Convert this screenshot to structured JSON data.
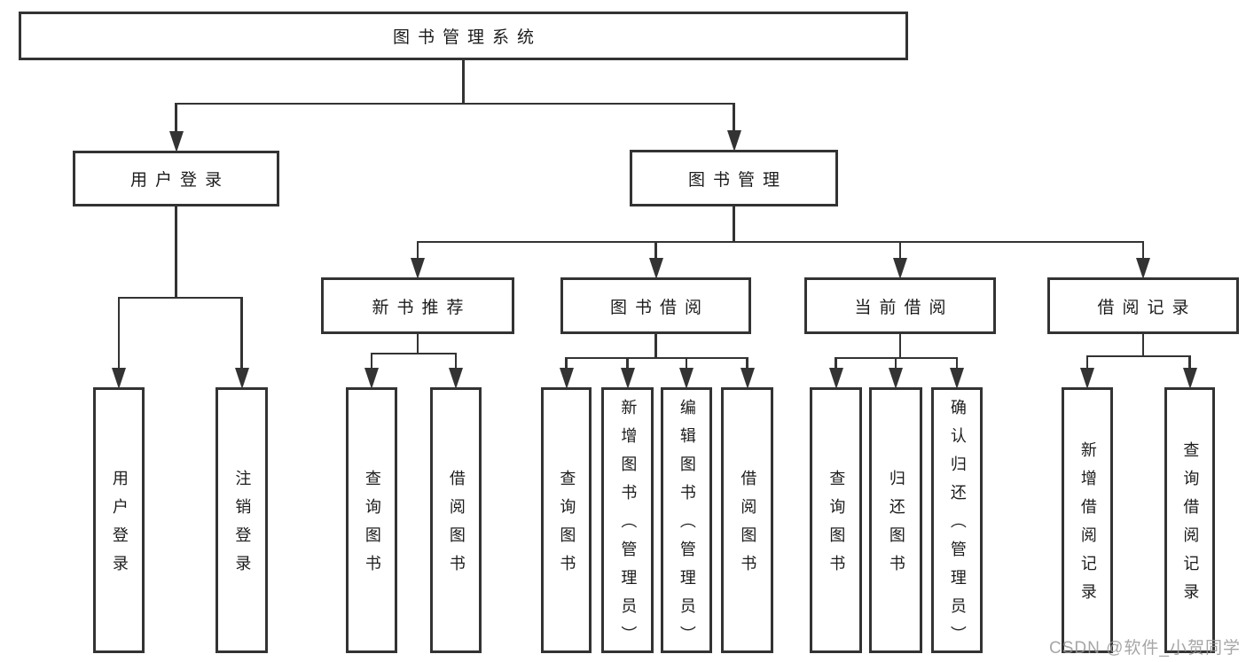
{
  "colors": {
    "line": "#333333",
    "box_border": "#333333",
    "text": "#1c1c1c",
    "watermark": "#969696",
    "background": "#ffffff"
  },
  "watermark": {
    "text": "CSDN @软件_小贺同学"
  },
  "diagram": {
    "title": "图书管理系统",
    "nodes": [
      {
        "id": "root",
        "label": "图书管理系统",
        "orientation": "horizontal"
      },
      {
        "id": "user-login",
        "label": "用户登录",
        "orientation": "horizontal"
      },
      {
        "id": "book-mgmt",
        "label": "图书管理",
        "orientation": "horizontal"
      },
      {
        "id": "new-book-rec",
        "label": "新书推荐",
        "orientation": "horizontal"
      },
      {
        "id": "book-borrow",
        "label": "图书借阅",
        "orientation": "horizontal"
      },
      {
        "id": "current-borrow",
        "label": "当前借阅",
        "orientation": "horizontal"
      },
      {
        "id": "borrow-records",
        "label": "借阅记录",
        "orientation": "horizontal"
      },
      {
        "id": "login-action",
        "label": "用户登录",
        "orientation": "vertical"
      },
      {
        "id": "logout-action",
        "label": "注销登录",
        "orientation": "vertical"
      },
      {
        "id": "query-book-rec",
        "label": "查询图书",
        "orientation": "vertical"
      },
      {
        "id": "borrow-book-rec",
        "label": "借阅图书",
        "orientation": "vertical"
      },
      {
        "id": "query-book-borrow",
        "label": "查询图书",
        "orientation": "vertical"
      },
      {
        "id": "add-book-admin",
        "label": "新增图书（管理员）",
        "orientation": "vertical"
      },
      {
        "id": "edit-book-admin",
        "label": "编辑图书（管理员）",
        "orientation": "vertical"
      },
      {
        "id": "borrow-book-borrow",
        "label": "借阅图书",
        "orientation": "vertical"
      },
      {
        "id": "query-book-current",
        "label": "查询图书",
        "orientation": "vertical"
      },
      {
        "id": "return-book",
        "label": "归还图书",
        "orientation": "vertical"
      },
      {
        "id": "confirm-return-admin",
        "label": "确认归还（管理员）",
        "orientation": "vertical"
      },
      {
        "id": "add-borrow-record",
        "label": "新增借阅记录",
        "orientation": "vertical"
      },
      {
        "id": "query-borrow-record",
        "label": "查询借阅记录",
        "orientation": "vertical"
      }
    ],
    "edges": [
      {
        "from": "root",
        "to": [
          "user-login",
          "book-mgmt"
        ]
      },
      {
        "from": "user-login",
        "to": [
          "login-action",
          "logout-action"
        ]
      },
      {
        "from": "book-mgmt",
        "to": [
          "new-book-rec",
          "book-borrow",
          "current-borrow",
          "borrow-records"
        ]
      },
      {
        "from": "new-book-rec",
        "to": [
          "query-book-rec",
          "borrow-book-rec"
        ]
      },
      {
        "from": "book-borrow",
        "to": [
          "query-book-borrow",
          "add-book-admin",
          "edit-book-admin",
          "borrow-book-borrow"
        ]
      },
      {
        "from": "current-borrow",
        "to": [
          "query-book-current",
          "return-book",
          "confirm-return-admin"
        ]
      },
      {
        "from": "borrow-records",
        "to": [
          "add-borrow-record",
          "query-borrow-record"
        ]
      }
    ]
  }
}
